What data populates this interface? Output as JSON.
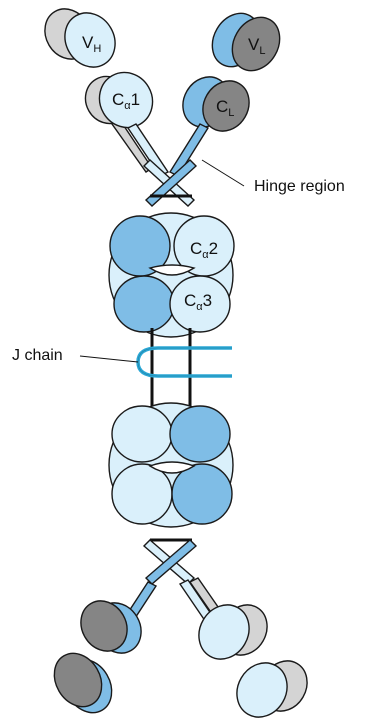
{
  "labels": {
    "hinge": "Hinge region",
    "jchain": "J chain"
  },
  "domains": {
    "vh": {
      "main": "V",
      "sub": "H"
    },
    "vl": {
      "main": "V",
      "sub": "L"
    },
    "ca1": {
      "main": "C",
      "sub": "α",
      "num": "1"
    },
    "cl": {
      "main": "C",
      "sub": "L"
    },
    "ca2": {
      "main": "C",
      "sub": "α",
      "num": "2"
    },
    "ca3": {
      "main": "C",
      "sub": "α",
      "num": "3"
    }
  },
  "colors": {
    "heavy_light": "#daf0fb",
    "heavy_dark": "#7fbde6",
    "light_gray": "#d4d4d4",
    "light_dark": "#858585",
    "jchain": "#2aa7d5",
    "outline": "#1a1a1a"
  }
}
